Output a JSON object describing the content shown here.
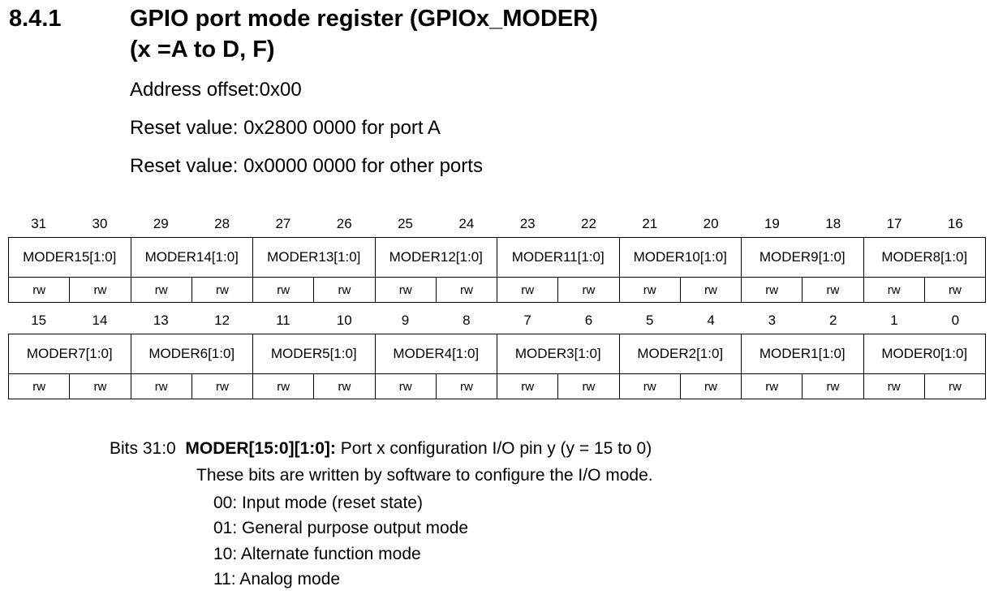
{
  "section": {
    "number": "8.4.1",
    "title_line1": "GPIO port mode register (GPIOx_MODER)",
    "title_line2": "(x =A to D, F)"
  },
  "meta": {
    "address_offset": "Address offset:0x00",
    "reset_port_a": "Reset value: 0x2800 0000 for port A",
    "reset_other": "Reset value: 0x0000 0000 for other ports"
  },
  "register": {
    "upper_bits": [
      "31",
      "30",
      "29",
      "28",
      "27",
      "26",
      "25",
      "24",
      "23",
      "22",
      "21",
      "20",
      "19",
      "18",
      "17",
      "16"
    ],
    "upper_fields": [
      "MODER15[1:0]",
      "MODER14[1:0]",
      "MODER13[1:0]",
      "MODER12[1:0]",
      "MODER11[1:0]",
      "MODER10[1:0]",
      "MODER9[1:0]",
      "MODER8[1:0]"
    ],
    "lower_bits": [
      "15",
      "14",
      "13",
      "12",
      "11",
      "10",
      "9",
      "8",
      "7",
      "6",
      "5",
      "4",
      "3",
      "2",
      "1",
      "0"
    ],
    "lower_fields": [
      "MODER7[1:0]",
      "MODER6[1:0]",
      "MODER5[1:0]",
      "MODER4[1:0]",
      "MODER3[1:0]",
      "MODER2[1:0]",
      "MODER1[1:0]",
      "MODER0[1:0]"
    ],
    "access": "rw"
  },
  "description": {
    "bits_label": "Bits 31:0",
    "field_name": "MODER[15:0][1:0]:",
    "field_summary": "Port x configuration I/O pin y (y = 15 to 0)",
    "intro": "These bits are written by software to configure the I/O mode.",
    "modes": [
      "00: Input mode (reset state)",
      "01: General purpose output mode",
      "10: Alternate function mode",
      "11: Analog mode"
    ]
  }
}
